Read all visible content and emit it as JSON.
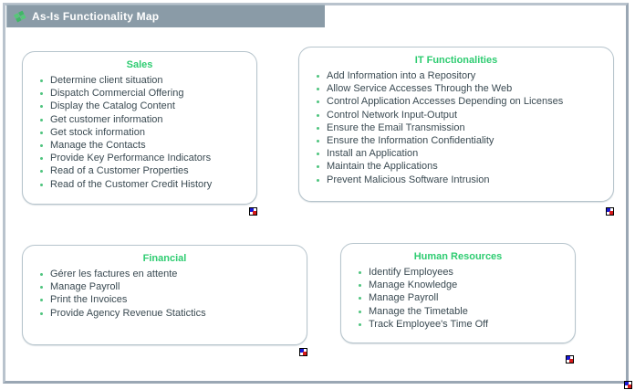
{
  "window": {
    "title": "As-Is Functionality Map",
    "title_icon": "green-diamond-icon",
    "title_bar_color": "#8a9ba7",
    "frame_color": "#aab6c2"
  },
  "accent": {
    "heading_green": "#2ecc71",
    "bullet_green": "#4fc47f",
    "text_color": "#3a4a52",
    "box_border": "#b6c4cc"
  },
  "badge": {
    "name": "resize-handle-badge",
    "color_top_left": "#1a1ad6",
    "color_bottom_right": "#d61a1a"
  },
  "groups": [
    {
      "id": "sales",
      "title": "Sales",
      "items": [
        "Determine client situation",
        "Dispatch Commercial Offering",
        "Display the Catalog Content",
        "Get customer information",
        "Get stock information",
        "Manage the Contacts",
        "Provide Key Performance Indicators",
        "Read of a Customer Properties",
        "Read of the Customer Credit History"
      ]
    },
    {
      "id": "it-functionalities",
      "title": "IT Functionalities",
      "items": [
        "Add Information into a Repository",
        "Allow Service Accesses Through the Web",
        "Control Application Accesses Depending on Licenses",
        "Control Network Input-Output",
        "Ensure the Email Transmission",
        "Ensure the Information Confidentiality",
        "Install an Application",
        "Maintain the Applications",
        "Prevent Malicious Software Intrusion"
      ]
    },
    {
      "id": "financial",
      "title": "Financial",
      "items": [
        "Gérer les factures en attente",
        "Manage Payroll",
        "Print the Invoices",
        "Provide Agency Revenue Statictics"
      ]
    },
    {
      "id": "human-resources",
      "title": "Human Resources",
      "items": [
        "Identify Employees",
        "Manage Knowledge",
        "Manage Payroll",
        "Manage the Timetable",
        "Track Employee's Time Off"
      ]
    }
  ]
}
